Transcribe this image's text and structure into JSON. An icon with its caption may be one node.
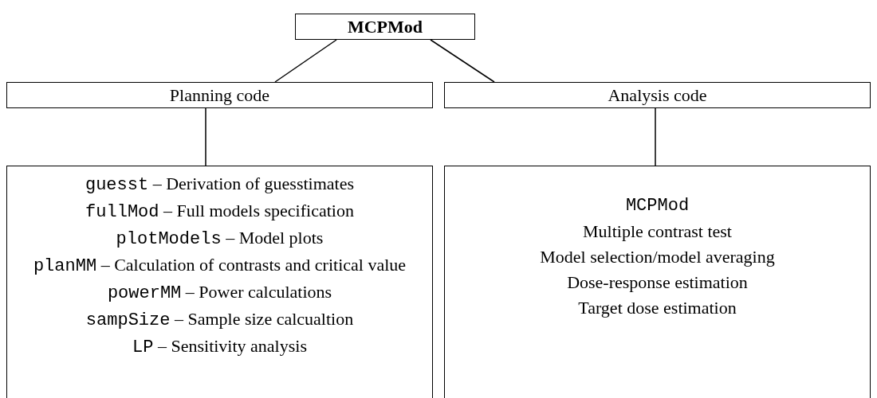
{
  "diagram": {
    "nodes": [
      {
        "text": [
          "MCPMod"
        ]
      },
      {
        "text": [
          "Planning code"
        ]
      },
      {
        "text": [
          "Analysis code"
        ]
      },
      {
        "text": [
          "guesst – Derivation of guesstimates",
          "fullMod – Full models specification",
          "plotModels – Model plots",
          "planMM – Calculation of contrasts and critical value",
          "powerMM – Power calculations",
          "sampSize – Sample size calcualtion",
          "LP – Sensitivity analysis"
        ]
      },
      {
        "text": [
          "MCPMod",
          "Multiple contrast test",
          "Model selection/model averaging",
          "Dose-response estimation",
          "Target dose estimation"
        ]
      }
    ],
    "edges": [
      {
        "from": 0,
        "to": 1,
        "arrow": "none"
      },
      {
        "from": 0,
        "to": 2,
        "arrow": "none"
      },
      {
        "from": 1,
        "to": 3,
        "arrow": "none"
      },
      {
        "from": 2,
        "to": 4,
        "arrow": "none"
      }
    ]
  }
}
